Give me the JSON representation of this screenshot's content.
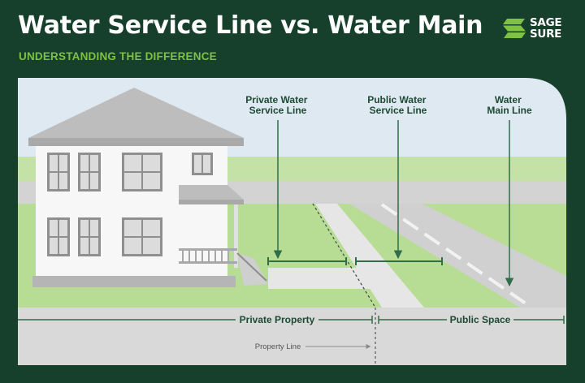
{
  "header": {
    "title": "Water Service Line vs. Water Main",
    "subtitle": "UNDERSTANDING THE DIFFERENCE"
  },
  "logo": {
    "word1": "SAGE",
    "word2": "SURE",
    "mark_color": "#7dc242"
  },
  "labels": {
    "private_service_line": [
      "Private Water",
      "Service Line"
    ],
    "public_service_line": [
      "Public Water",
      "Service Line"
    ],
    "water_main": [
      "Water",
      "Main Line"
    ],
    "private_property": "Private Property",
    "public_space": "Public Space",
    "property_line": "Property Line"
  },
  "colors": {
    "background": "#163f2c",
    "accent_green": "#7dc242",
    "line_green": "#2f6e48",
    "sky": "#dfe9f2",
    "grass": "#b7dc93",
    "concrete": "#d7d7d7"
  }
}
